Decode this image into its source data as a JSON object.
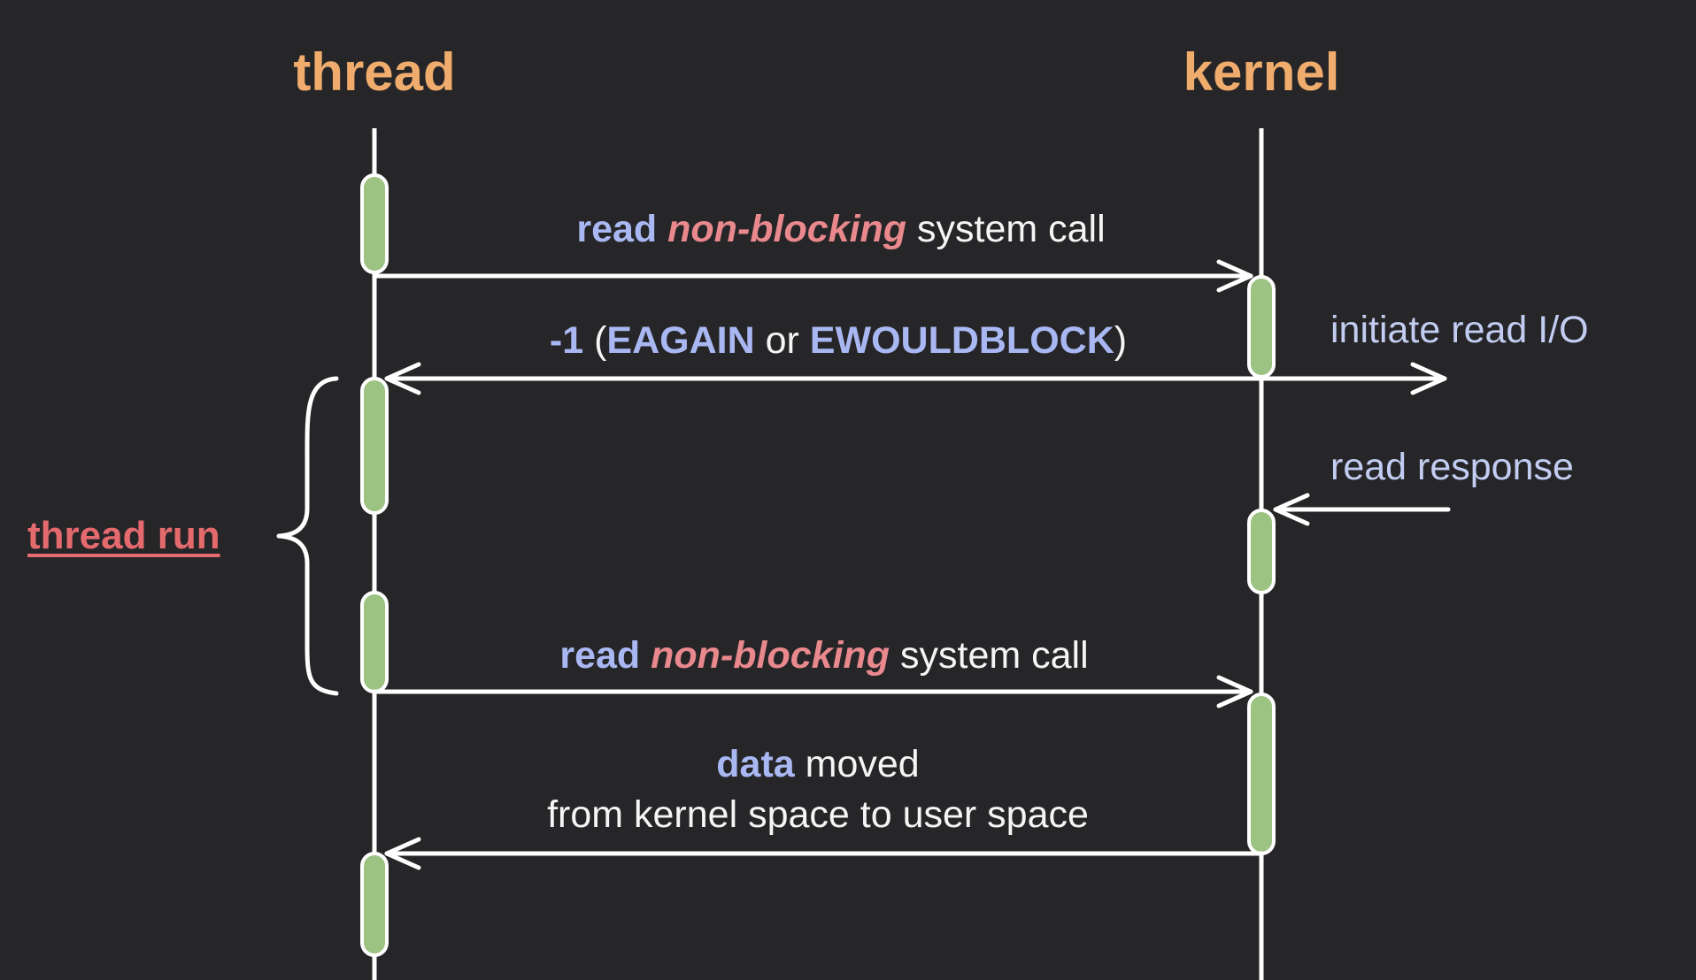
{
  "colors": {
    "background": "#262528",
    "line": "#ffffff",
    "activation_fill": "#9dc383",
    "header": "#f0ac6c",
    "keyword_blue": "#a9b8f2",
    "keyword_pink": "#e9898d",
    "thread_run": "#e56a6e",
    "side_label": "#c3cdf2"
  },
  "lifelines": {
    "thread": "thread",
    "kernel": "kernel"
  },
  "messages": {
    "m1": {
      "a": "read",
      "b": "non-blocking",
      "c": "system call"
    },
    "m2": {
      "a": "-1",
      "b": "(",
      "c": "EAGAIN",
      "d": "or",
      "e": "EWOULDBLOCK",
      "f": ")"
    },
    "m3": {
      "a": "read",
      "b": "non-blocking",
      "c": "system call"
    },
    "m4": {
      "a": "data",
      "b": "moved",
      "line2": "from kernel space to user space"
    }
  },
  "side_labels": {
    "initiate": "initiate read I/O",
    "response": "read response"
  },
  "brace": {
    "label": "thread run"
  }
}
